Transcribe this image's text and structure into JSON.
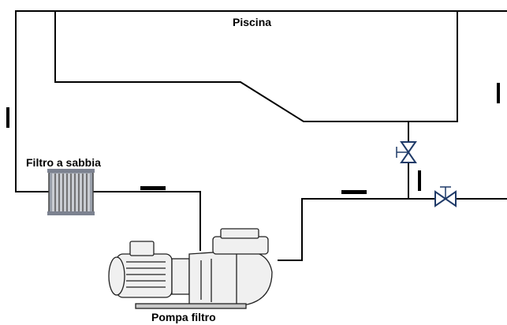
{
  "labels": {
    "pool": "Piscina",
    "sand_filter": "Filtro a sabbia",
    "pump": "Pompa filtro"
  },
  "colors": {
    "pipe": "#000000",
    "valve": "#1f3a68",
    "filter_body": "#7c8290"
  },
  "icons": {
    "sand_filter": "cartridge-filter-icon",
    "pump": "centrifugal-pump-icon",
    "valve": "gate-valve-icon"
  }
}
